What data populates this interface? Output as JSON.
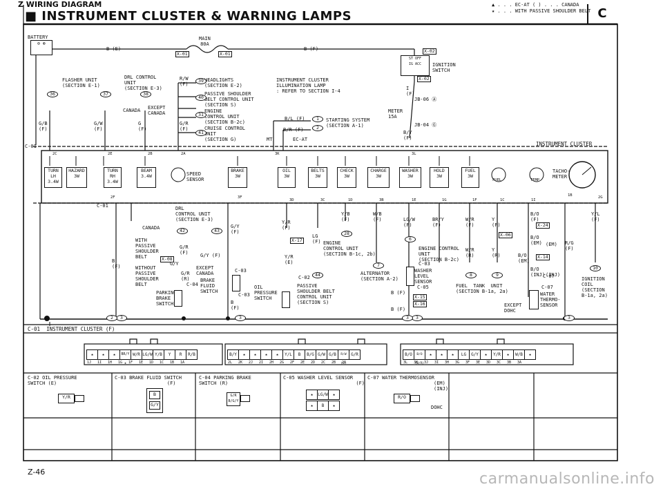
{
  "page": {
    "topbar": "Z  WIRING  DIAGRAM",
    "title": "■ INSTRUMENT CLUSTER & WARNING LAMPS",
    "section_letter": "C",
    "notes": [
      "▲ . . . EC-AT  ( ) . . . CANADA",
      "★ . . . WITH PASSIVE SHOULDER BELT"
    ],
    "page_number": "Z-46",
    "watermark": "carmanualsonline.info"
  },
  "top": {
    "battery": "BATTERY",
    "main_fuse": [
      "MAIN",
      "80A"
    ],
    "b_e_left": "B (E)",
    "b_f_right": "B (F)",
    "x01a": "X-01",
    "x01b": "X-01",
    "x02a": "X-02",
    "x02b": "X-02",
    "ignition_switch": [
      "IGNITION",
      "SWITCH"
    ],
    "ign_positions": [
      "ST",
      "OFF",
      "IG",
      "ACC"
    ],
    "flasher": [
      "FLASHER UNIT",
      "(SECTION E-1)"
    ],
    "drl_control": [
      "DRL CONTROL",
      "UNIT",
      "(SECTION E-3)"
    ],
    "headlights": [
      "HEADLIGHTS",
      "(SECTION E-2)"
    ],
    "passive_belt": [
      "PASSIVE SHOULDER",
      "BELT CONTROL UNIT",
      "(SECTION S)"
    ],
    "engine_control": [
      "ENGINE",
      "CONTROL UNIT",
      "(SECTION B-2c)"
    ],
    "cruise_control": [
      "CRUISE CONTROL",
      "UNIT",
      "(SECTION G)"
    ],
    "illumination": [
      "INSTRUMENT CLUSTER",
      "ILLUMINATION LAMP",
      ": REFER TO SECTION I-4"
    ],
    "starting_system": [
      "STARTING SYSTEM",
      "(SECTION A-1)"
    ],
    "except_canada": [
      "EXCEPT",
      "CANADA"
    ],
    "canada": "CANADA",
    "meter_fuse": [
      "METER",
      "15A"
    ],
    "jb06": "JB-06 Ⓐ",
    "jb04": "JB-04 Ⓖ",
    "mt": "MT",
    "ec_at": "EC-AT",
    "wires": {
      "gb": "G/B\n(F)",
      "gw": "G/W\n(F)",
      "g": "G\n(F)",
      "rw": "R/W\n(F)",
      "gr": "G/R\n(F)",
      "blf": "B/L (F)",
      "brf": "B/R (F)",
      "by": "B/Y\n(F)",
      "i": "I\n(F)"
    },
    "circles": [
      "36",
      "37",
      "38",
      "39",
      "40",
      "31",
      "41",
      "1",
      "2"
    ]
  },
  "cluster": {
    "label": "INSTRUMENT CLUSTER",
    "c01": "C-01",
    "c01b": "C-01",
    "bulbs": [
      {
        "name": "TURN",
        "sub": "LH",
        "w": "3.4W"
      },
      {
        "name": "HAZARD",
        "sub": "",
        "w": "3W"
      },
      {
        "name": "TURN",
        "sub": "RH",
        "w": "3.4W"
      },
      {
        "name": "BEAM",
        "sub": "",
        "w": "3.4W"
      },
      {
        "name": "BRAKE",
        "sub": "",
        "w": "3W"
      },
      {
        "name": "OIL",
        "sub": "",
        "w": "3W"
      },
      {
        "name": "BELTS",
        "sub": "",
        "w": "3W"
      },
      {
        "name": "CHECK",
        "sub": "",
        "w": "3W"
      },
      {
        "name": "CHARGE",
        "sub": "",
        "w": "3W"
      },
      {
        "name": "WASHER",
        "sub": "",
        "w": "3W"
      },
      {
        "name": "HOLD",
        "sub": "",
        "w": "3W"
      },
      {
        "name": "FUEL",
        "sub": "",
        "w": "3W"
      }
    ],
    "speed_sensor": [
      "SPEED",
      "SENSOR"
    ],
    "tacho": [
      "TACHO-",
      "METER"
    ],
    "fuel_gauge": "FUEL",
    "temp_gauge": "TEMP",
    "pins_top": [
      "2C",
      "2E",
      "2B",
      "2A",
      "3K",
      "3L"
    ],
    "pins_bot": [
      "2F",
      "3F",
      "3D",
      "3C",
      "1D",
      "3B",
      "1E",
      "1G",
      "1F",
      "1C",
      "1I",
      "1B",
      "2G"
    ]
  },
  "lower": {
    "drl_unit": [
      "DRL",
      "CONTROL UNIT",
      "(SECTION E-3)"
    ],
    "canada": "CANADA",
    "with_passive": [
      "WITH",
      "PASSIVE",
      "SHOULDER",
      "BELT"
    ],
    "without_passive": [
      "WITHOUT",
      "PASSIVE",
      "SHOULDER",
      "BELT"
    ],
    "except_canada": [
      "EXCEPT",
      "CANADA"
    ],
    "brake_fluid": [
      "BRAKE",
      "FLUID",
      "SWITCH"
    ],
    "parking_brake": [
      "PARKING",
      "BRAKE",
      "SWITCH"
    ],
    "oil_pressure": [
      "OIL",
      "PRESSURE",
      "SWITCH"
    ],
    "engine_control": [
      "ENGINE",
      "CONTROL UNIT",
      "(SECTION B-1c, 2b)"
    ],
    "alternator": [
      "ALTERNATOR",
      "(SECTION A-2)"
    ],
    "passive_belt": [
      "PASSIVE",
      "SHOULDER BELT",
      "CONTROL UNIT",
      "(SECTION S)"
    ],
    "washer_sensor": [
      "WASHER",
      "LEVEL",
      "SENSOR"
    ],
    "engine_control2": [
      "ENGINE CONTROL",
      "UNIT",
      "(SECTION B-2c)"
    ],
    "fuel_tank": [
      "FUEL  TANK  UNIT",
      "(SECTION B-1a, 2a)"
    ],
    "water_thermo": [
      "WATER",
      "THERMO-",
      "SENSOR"
    ],
    "except_dohc": [
      "EXCEPT",
      "DOHC"
    ],
    "ignition_coil": [
      "IGNITION",
      "COIL",
      "(SECTION",
      "B-1a, 2a)"
    ],
    "em": "(EM)",
    "inj": "(INJ)",
    "tags": [
      "X-08",
      "X-17",
      "X-24",
      "X-06",
      "X-14",
      "X-15",
      "X-16"
    ],
    "conns": [
      "C-02",
      "C-03",
      "C-04",
      "C-05",
      "C-07",
      "C-03",
      "C-03",
      "C-07"
    ],
    "circles": [
      "42",
      "43",
      "28",
      "44",
      "6",
      "7",
      "8",
      "9",
      "10",
      "3",
      "3",
      "3",
      "2",
      "3",
      "3"
    ],
    "wires": [
      "G/Y\n(F)",
      "Y/R\n(F)",
      "G/R\n(F)",
      "G/Y (F)",
      "G/R\n(R)",
      "B\n(F)",
      "B\n(F)",
      "LG\n(F)",
      "Y/R\n(E)",
      "Y/B\n(F)",
      "W/B\n(F)",
      "LG/W\n(F)",
      "BR/Y\n(F)",
      "W/R\n(F)",
      "Y\n(F)",
      "W/R\n(R)",
      "Y\n(R)",
      "B/O\n(F)",
      "B/O\n(EM)",
      "B/O\n(EM)",
      "B/O\n(INJ)",
      "Y/L\n(F)",
      "R/G\n(F)",
      "B (F)",
      "B (F)",
      "G/Y"
    ]
  },
  "connectors": {
    "c01_title": "C-01  INSTRUMENT CLUSTER (F)",
    "c01_left": [
      "★",
      "★",
      "★",
      "BR/Y ★",
      "W/R",
      "LG/W",
      "Y/B",
      "Y",
      "R",
      "R/B"
    ],
    "c01_left_pins": [
      "1J",
      "1I",
      "1H",
      "1G",
      "1F",
      "1E",
      "1D",
      "1C",
      "1B",
      "1A"
    ],
    "c01_mid": [
      "B/Y",
      "★",
      "★",
      "★",
      "★",
      "Y/L",
      "B",
      "B/G",
      "G/W",
      "G/B",
      "R/W (G)",
      "G/R"
    ],
    "c01_mid_pins": [
      "2L",
      "2K",
      "2J",
      "2I",
      "2H",
      "2G",
      "2F",
      "2E",
      "2D",
      "2C",
      "2B",
      "2A"
    ],
    "c01_right": [
      "B/O",
      "B/O (B/R)",
      "★",
      "★",
      "★",
      "LG",
      "G/Y",
      "★",
      "Y/R",
      "★",
      "W/B",
      "★"
    ],
    "c01_right_pins": [
      "3L",
      "3K",
      "3J",
      "3I",
      "3H",
      "3G",
      "3F",
      "3E",
      "3D",
      "3C",
      "3B",
      "3A"
    ],
    "c02": {
      "title": "C-02 OIL PRESSURE",
      "sub": "SWITCH (E)",
      "pin": "Y/R"
    },
    "c03": {
      "title": "C-03 BRAKE FLUID SWITCH",
      "sub": "(F)",
      "pins": [
        "B",
        "G/Y"
      ]
    },
    "c04": {
      "title": "C-04 PARKING BRAKE",
      "sub": "SWITCH (R)",
      "pins": [
        "G/R",
        "B/G/Y"
      ]
    },
    "c05": {
      "title": "C-05 WASHER LEVEL SENSOR",
      "sub": "(F)",
      "pins": [
        "★",
        "LG/W",
        "★",
        "★",
        "B",
        "★"
      ]
    },
    "c07": {
      "title": "C-07 WATER THERMOSENSOR",
      "sub": [
        "(EM)",
        "(INJ)"
      ],
      "pin": "R/O",
      "dohc": "DOHC"
    }
  }
}
